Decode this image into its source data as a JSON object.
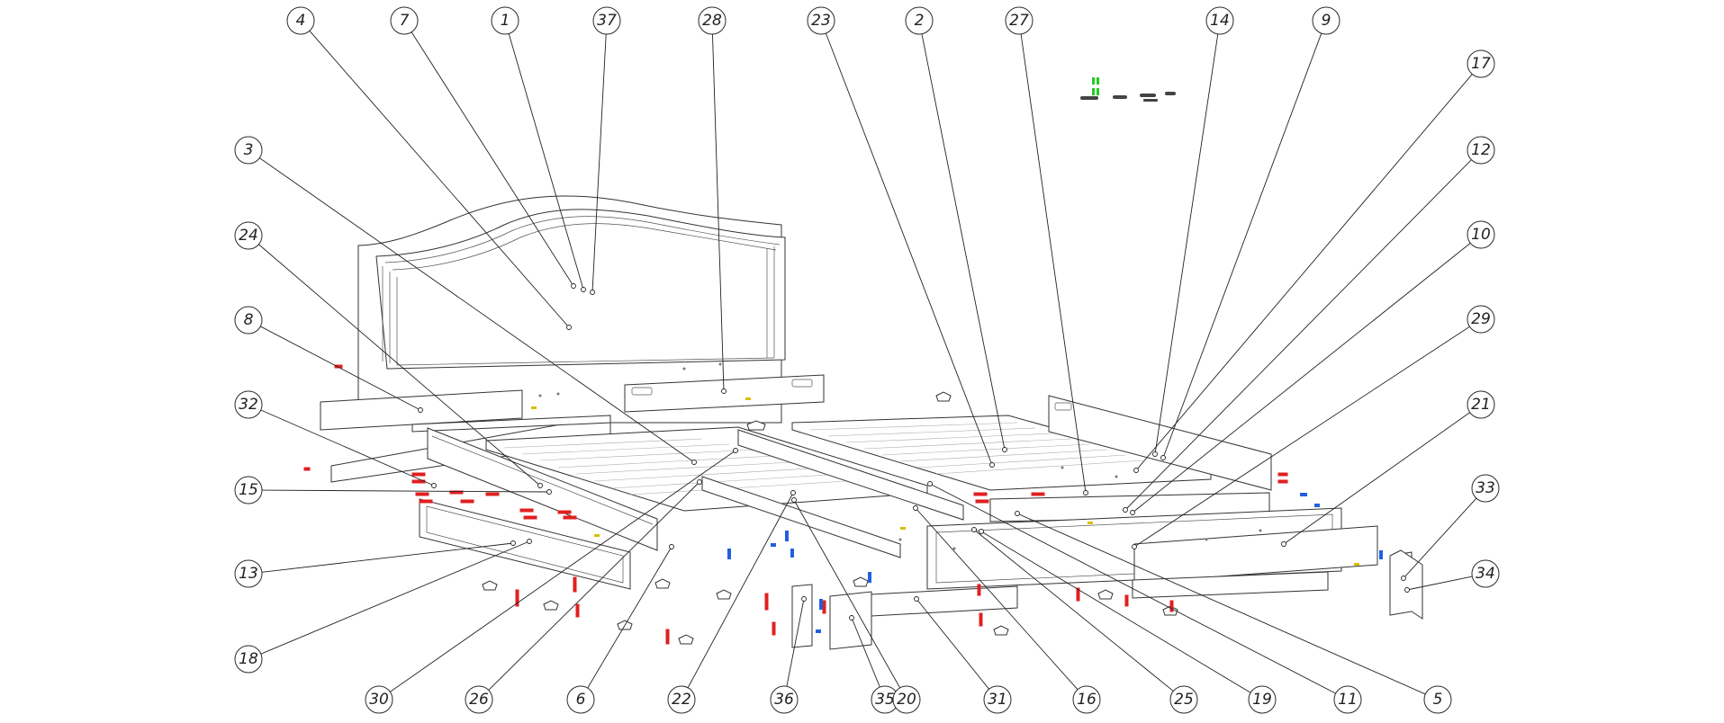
{
  "colors": {
    "line": "#222222",
    "hardware_red": "#e02020",
    "hardware_blue": "#2060e0",
    "hardware_green": "#22cc22",
    "hardware_yellow": "#d8c000",
    "background": "#ffffff"
  },
  "callouts": [
    {
      "label": "4"
    },
    {
      "label": "7"
    },
    {
      "label": "1"
    },
    {
      "label": "37"
    },
    {
      "label": "28"
    },
    {
      "label": "23"
    },
    {
      "label": "2"
    },
    {
      "label": "27"
    },
    {
      "label": "14"
    },
    {
      "label": "9"
    },
    {
      "label": "17"
    },
    {
      "label": "12"
    },
    {
      "label": "10"
    },
    {
      "label": "29"
    },
    {
      "label": "21"
    },
    {
      "label": "33"
    },
    {
      "label": "34"
    },
    {
      "label": "3"
    },
    {
      "label": "24"
    },
    {
      "label": "8"
    },
    {
      "label": "32"
    },
    {
      "label": "15"
    },
    {
      "label": "13"
    },
    {
      "label": "18"
    },
    {
      "label": "30"
    },
    {
      "label": "26"
    },
    {
      "label": "6"
    },
    {
      "label": "22"
    },
    {
      "label": "36"
    },
    {
      "label": "35"
    },
    {
      "label": "20"
    },
    {
      "label": "31"
    },
    {
      "label": "16"
    },
    {
      "label": "25"
    },
    {
      "label": "19"
    },
    {
      "label": "11"
    },
    {
      "label": "5"
    }
  ],
  "parts": [
    {
      "name": "headboard"
    },
    {
      "name": "rear-rail"
    },
    {
      "name": "left-side-rail"
    },
    {
      "name": "center-rail"
    },
    {
      "name": "right-side-rail"
    },
    {
      "name": "slat-panel-left"
    },
    {
      "name": "slat-panel-right"
    },
    {
      "name": "footboard-rail"
    },
    {
      "name": "drawer-left"
    },
    {
      "name": "drawer-right"
    },
    {
      "name": "support-leg-left"
    },
    {
      "name": "support-leg-center"
    },
    {
      "name": "support-leg-right"
    },
    {
      "name": "hardware-group"
    }
  ]
}
